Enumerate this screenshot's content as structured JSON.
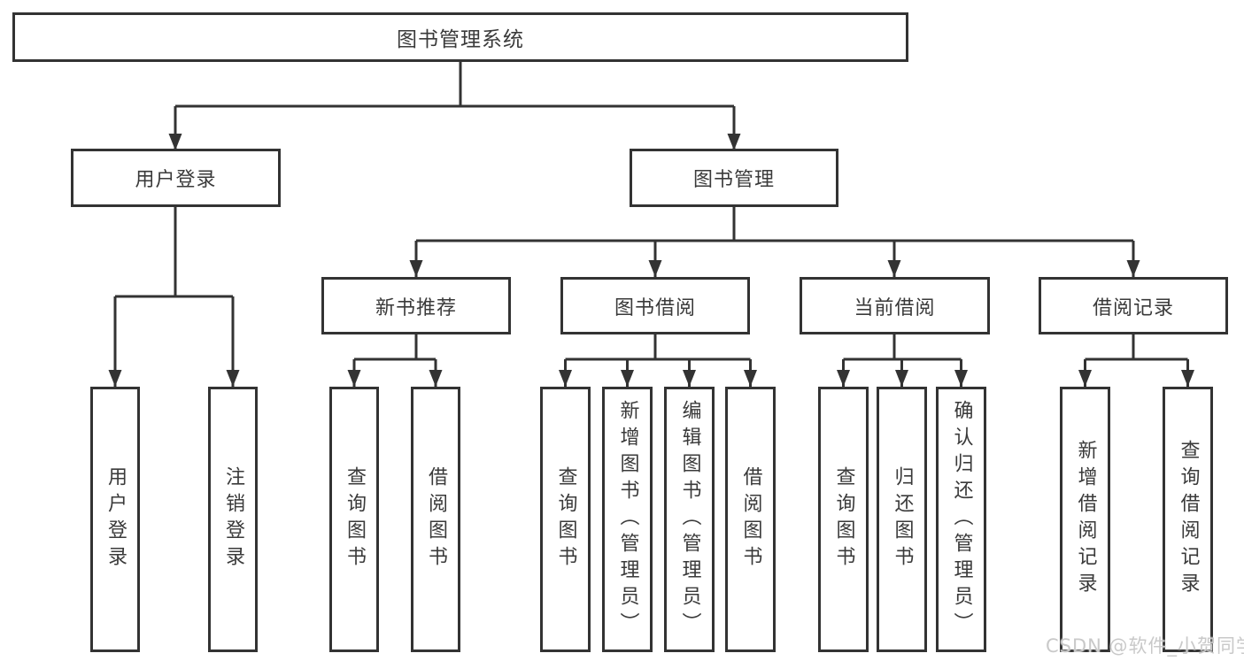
{
  "tree": {
    "label": "图书管理系统",
    "children": [
      {
        "label": "用户登录",
        "children": [
          {
            "label": "用户登录"
          },
          {
            "label": "注销登录"
          }
        ]
      },
      {
        "label": "图书管理",
        "children": [
          {
            "label": "新书推荐",
            "children": [
              {
                "label": "查询图书"
              },
              {
                "label": "借阅图书"
              }
            ]
          },
          {
            "label": "图书借阅",
            "children": [
              {
                "label": "查询图书"
              },
              {
                "label": "新增图书（管理员）"
              },
              {
                "label": "编辑图书（管理员）"
              },
              {
                "label": "借阅图书"
              }
            ]
          },
          {
            "label": "当前借阅",
            "children": [
              {
                "label": "查询图书"
              },
              {
                "label": "归还图书"
              },
              {
                "label": "确认归还（管理员）"
              }
            ]
          },
          {
            "label": "借阅记录",
            "children": [
              {
                "label": "新增借阅记录"
              },
              {
                "label": "查询借阅记录"
              }
            ]
          }
        ]
      }
    ]
  },
  "watermark": {
    "text": "CSDN @软件_小贺同学"
  },
  "colors": {
    "line": "#333333",
    "text": "#3a3a3a",
    "background": "#ffffff",
    "watermark": "#c9c9c9"
  }
}
